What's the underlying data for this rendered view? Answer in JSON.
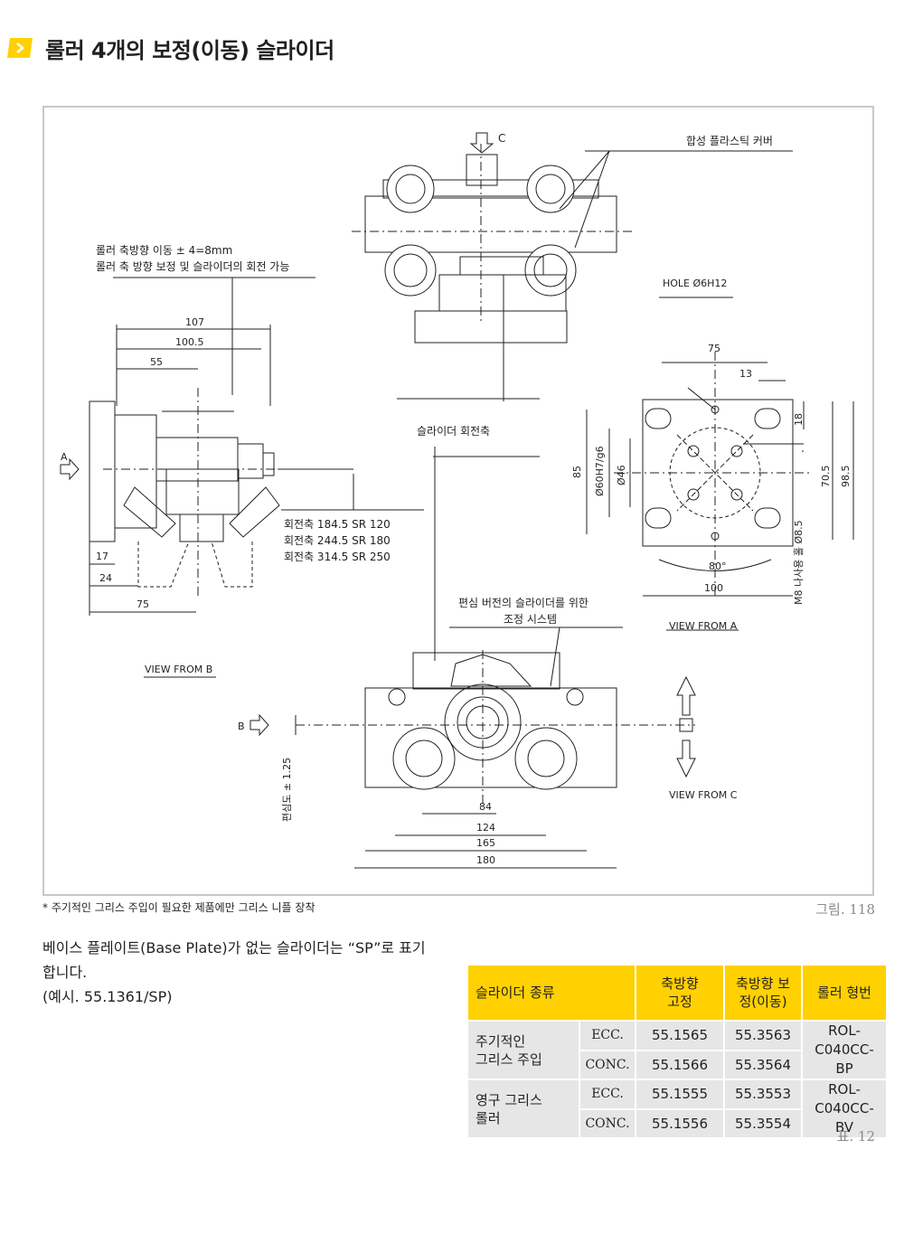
{
  "page": {
    "title": "롤러 4개의 보정(이동) 슬라이더",
    "accent_color": "#ffd100"
  },
  "figure": {
    "view_b": {
      "label": "VIEW FROM B",
      "annotation_line1": "롤러 축방향 이동 ± 4=8mm",
      "annotation_line2": "롤러 축 방향 보정 및 슬라이더의 회전 가능",
      "rotation_axes": [
        "회전축 184.5 SR 120",
        "회전축 244.5 SR 180",
        "회전축 314.5 SR 250"
      ],
      "dims": {
        "d107": "107",
        "d1005": "100.5",
        "d55": "55",
        "d17": "17",
        "d24": "24",
        "d75": "75"
      },
      "arrow_label": "A"
    },
    "top_view": {
      "arrow_label": "C",
      "cover_label": "합성 플라스틱 커버",
      "axis_label": "슬라이더 회전축"
    },
    "view_a": {
      "label": "VIEW FROM A",
      "hole_label": "HOLE Ø6H12",
      "dims": {
        "d75": "75",
        "d13": "13",
        "d18": "18",
        "d85": "85",
        "d60": "Ø60H7/g6",
        "d46": "Ø46",
        "d705": "70.5",
        "d985": "98.5",
        "d80": "80°",
        "d100": "100",
        "m8": "M8 나사용 홀 Ø8.5"
      }
    },
    "view_c": {
      "label": "VIEW FROM C",
      "ecc_label_line1": "편심 버전의 슬라이더를 위한",
      "ecc_label_line2": "조정 시스템",
      "ecc_tolerance": "편심도 ± 1.25",
      "arrow_label": "B",
      "dims": {
        "d84": "84",
        "d124": "124",
        "d165": "165",
        "d180": "180"
      }
    },
    "footnote": "* 주기적인 그리스 주입이 필요한 제품에만 그리스 니플 장착",
    "figure_number": "그림. 118"
  },
  "body": {
    "line1": "베이스 플레이트(Base Plate)가 없는 슬라이더는 “SP”로 표기",
    "line2": "합니다.",
    "line3": "(예시. 55.1361/SP)"
  },
  "table": {
    "headers": {
      "type": "슬라이더 종류",
      "fixed_l1": "축방향",
      "fixed_l2": "고정",
      "comp_l1": "축방향 보",
      "comp_l2": "정(이동)",
      "roller": "롤러 형번"
    },
    "groups": [
      {
        "name_l1": "주기적인",
        "name_l2": "그리스 주입",
        "rows": [
          {
            "type": "ECC.",
            "fixed": "55.1565",
            "comp": "55.3563"
          },
          {
            "type": "CONC.",
            "fixed": "55.1566",
            "comp": "55.3564"
          }
        ],
        "roller_l1": "ROL-",
        "roller_l2": "C040CC-BP"
      },
      {
        "name_l1": "영구 그리스",
        "name_l2": "롤러",
        "rows": [
          {
            "type": "ECC.",
            "fixed": "55.1555",
            "comp": "55.3553"
          },
          {
            "type": "CONC.",
            "fixed": "55.1556",
            "comp": "55.3554"
          }
        ],
        "roller_l1": "ROL-",
        "roller_l2": "C040CC-BV"
      }
    ],
    "table_number": "표. 12"
  }
}
